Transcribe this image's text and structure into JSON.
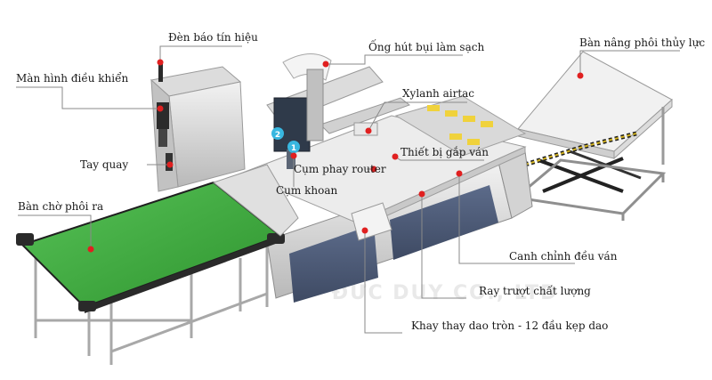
{
  "diagram": {
    "callouts": [
      {
        "id": "den-bao",
        "text": "Đèn báo tín hiệu"
      },
      {
        "id": "man-hinh",
        "text": "Màn hình điều khiển"
      },
      {
        "id": "tay-quay",
        "text": "Tay quay"
      },
      {
        "id": "ban-cho",
        "text": "Bàn chờ phôi ra"
      },
      {
        "id": "ong-hut",
        "text": "Ống hút bụi làm sạch"
      },
      {
        "id": "xylanh",
        "text": "Xylanh airtac"
      },
      {
        "id": "thiet-bi",
        "text": "Thiết bị gắp ván"
      },
      {
        "id": "cum-phay",
        "text": "Cụm phay router"
      },
      {
        "id": "cum-khoan",
        "text": "Cụm khoan"
      },
      {
        "id": "ban-nang",
        "text": "Bàn nâng phôi thủy lực"
      },
      {
        "id": "canh-chinh",
        "text": "Canh chỉnh đều ván"
      },
      {
        "id": "ray-truot",
        "text": "Ray trượt chất lượng"
      },
      {
        "id": "khay",
        "text": "Khay thay dao tròn - 12 đầu kẹp dao"
      }
    ],
    "spindle_numbers": [
      "1",
      "2"
    ],
    "watermark": "ĐỨC DUY CO., LTD",
    "colors": {
      "conveyor": "#3fae3f",
      "frame": "#c8c8c8",
      "panel": "#4b5a78",
      "marker": "#e02020",
      "table": "#ededed"
    }
  }
}
